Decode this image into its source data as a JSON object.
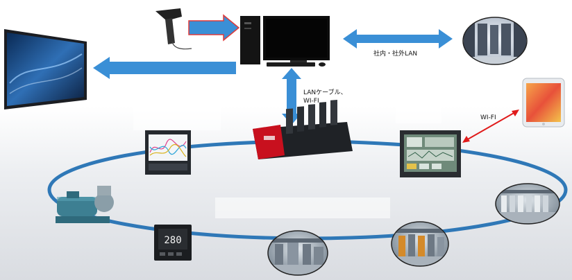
{
  "labels": {
    "lan_link": "社内・社外LAN",
    "lan_cable": "LANケーブル、\nWI-FI",
    "wifi": "WI-FI"
  },
  "colors": {
    "arrow_fill": "#3a8fd6",
    "arrow_outline": "#e03a3a",
    "ring": "#2f78b7",
    "wifi_arrow": "#e01b1b",
    "plc_red": "#c8101e"
  },
  "icons": [
    "large-display-icon",
    "barcode-scanner-icon",
    "desktop-pc-icon",
    "server-room-icon",
    "tablet-icon",
    "recorder-icon",
    "plc-icon",
    "hmi-touch-panel-icon",
    "pump-motor-icon",
    "temperature-controller-icon",
    "factory-line-icon"
  ],
  "controller_display": "280"
}
